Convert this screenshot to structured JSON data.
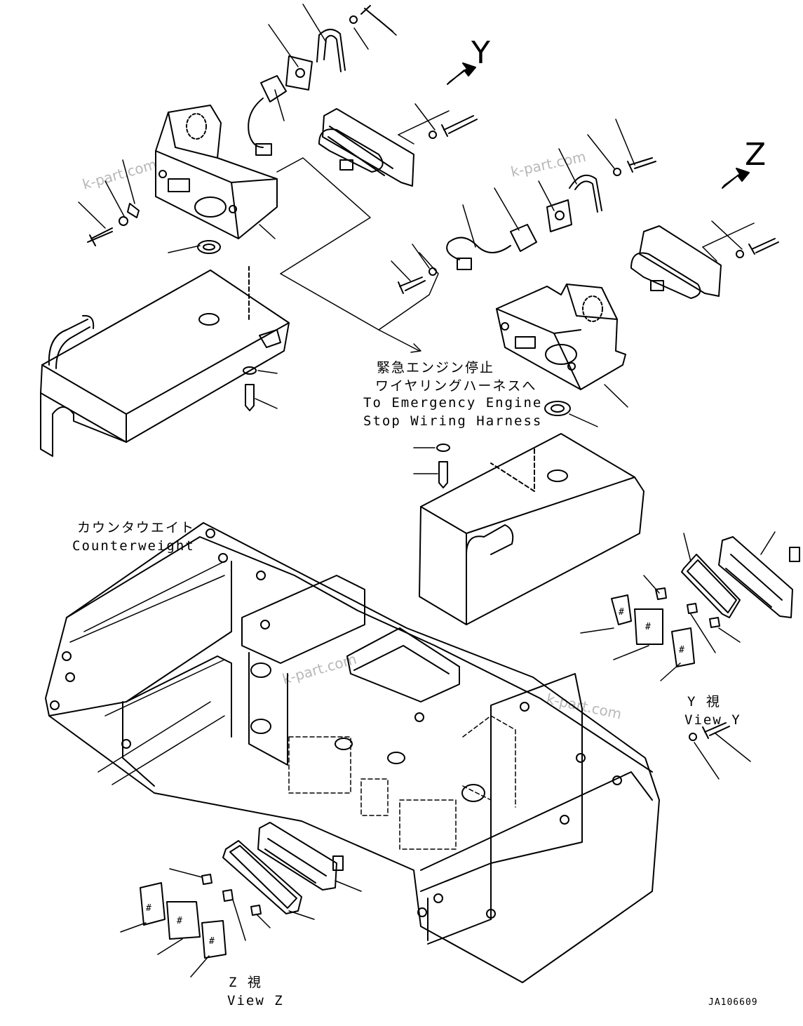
{
  "view_markers": {
    "y": "Y",
    "z": "Z"
  },
  "labels": {
    "wiring_ja_1": "緊急エンジン停止",
    "wiring_ja_2": "ワイヤリングハーネスへ",
    "wiring_en_1": "To Emergency Engine",
    "wiring_en_2": "Stop Wiring Harness",
    "counterweight_ja": "カウンタウエイト",
    "counterweight_en": "Counterweight",
    "view_y_ja": "Y 視",
    "view_y_en": "View Y",
    "view_z_ja": "Z 視",
    "view_z_en": "View Z"
  },
  "watermark": "k-part.com",
  "drawing_code": "JA106609"
}
